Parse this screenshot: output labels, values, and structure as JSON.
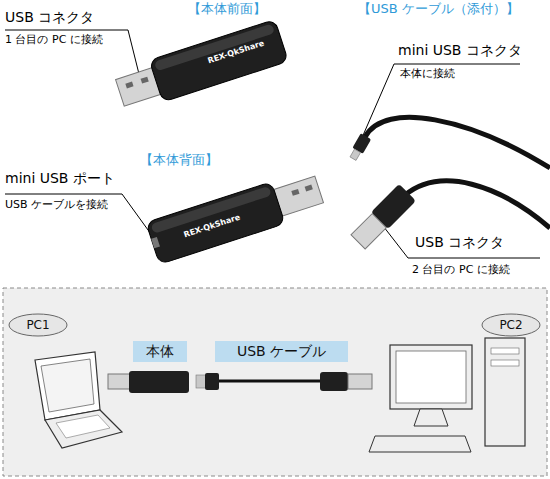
{
  "diagram": {
    "nodes": [
      {
        "text": [
          "PC1"
        ]
      },
      {
        "text": [
          "本体"
        ]
      },
      {
        "text": [
          "USB ケーブル"
        ]
      },
      {
        "text": [
          "PC2"
        ]
      }
    ],
    "labels": [
      "【本体前面】",
      "USB コネクタ",
      "1 台目の PC に接続",
      "【USB ケーブル（添付）】",
      "mini USB コネクタ",
      "本体に接続",
      "【本体背面】",
      "mini USB ポート",
      "USB ケーブルを接続",
      "USB コネクタ",
      "2 台目の PC に接続",
      "REX-QkShare",
      "REX-QkShare"
    ]
  }
}
